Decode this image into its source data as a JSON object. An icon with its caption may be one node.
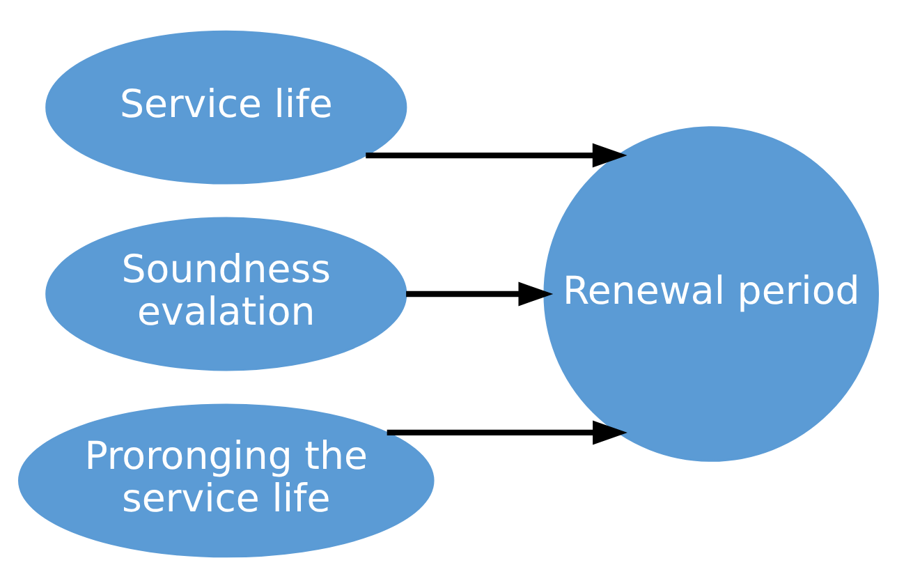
{
  "diagram": {
    "nodes": [
      {
        "text": [
          "Service life"
        ]
      },
      {
        "text": [
          "Soundness evalation"
        ]
      },
      {
        "text": [
          "Proronging the service life"
        ]
      },
      {
        "text": [
          "Renewal period"
        ]
      }
    ],
    "edges": [
      {
        "from": 0,
        "to": 3,
        "arrow": "to"
      },
      {
        "from": 1,
        "to": 3,
        "arrow": "to"
      },
      {
        "from": 2,
        "to": 3,
        "arrow": "to"
      }
    ]
  }
}
